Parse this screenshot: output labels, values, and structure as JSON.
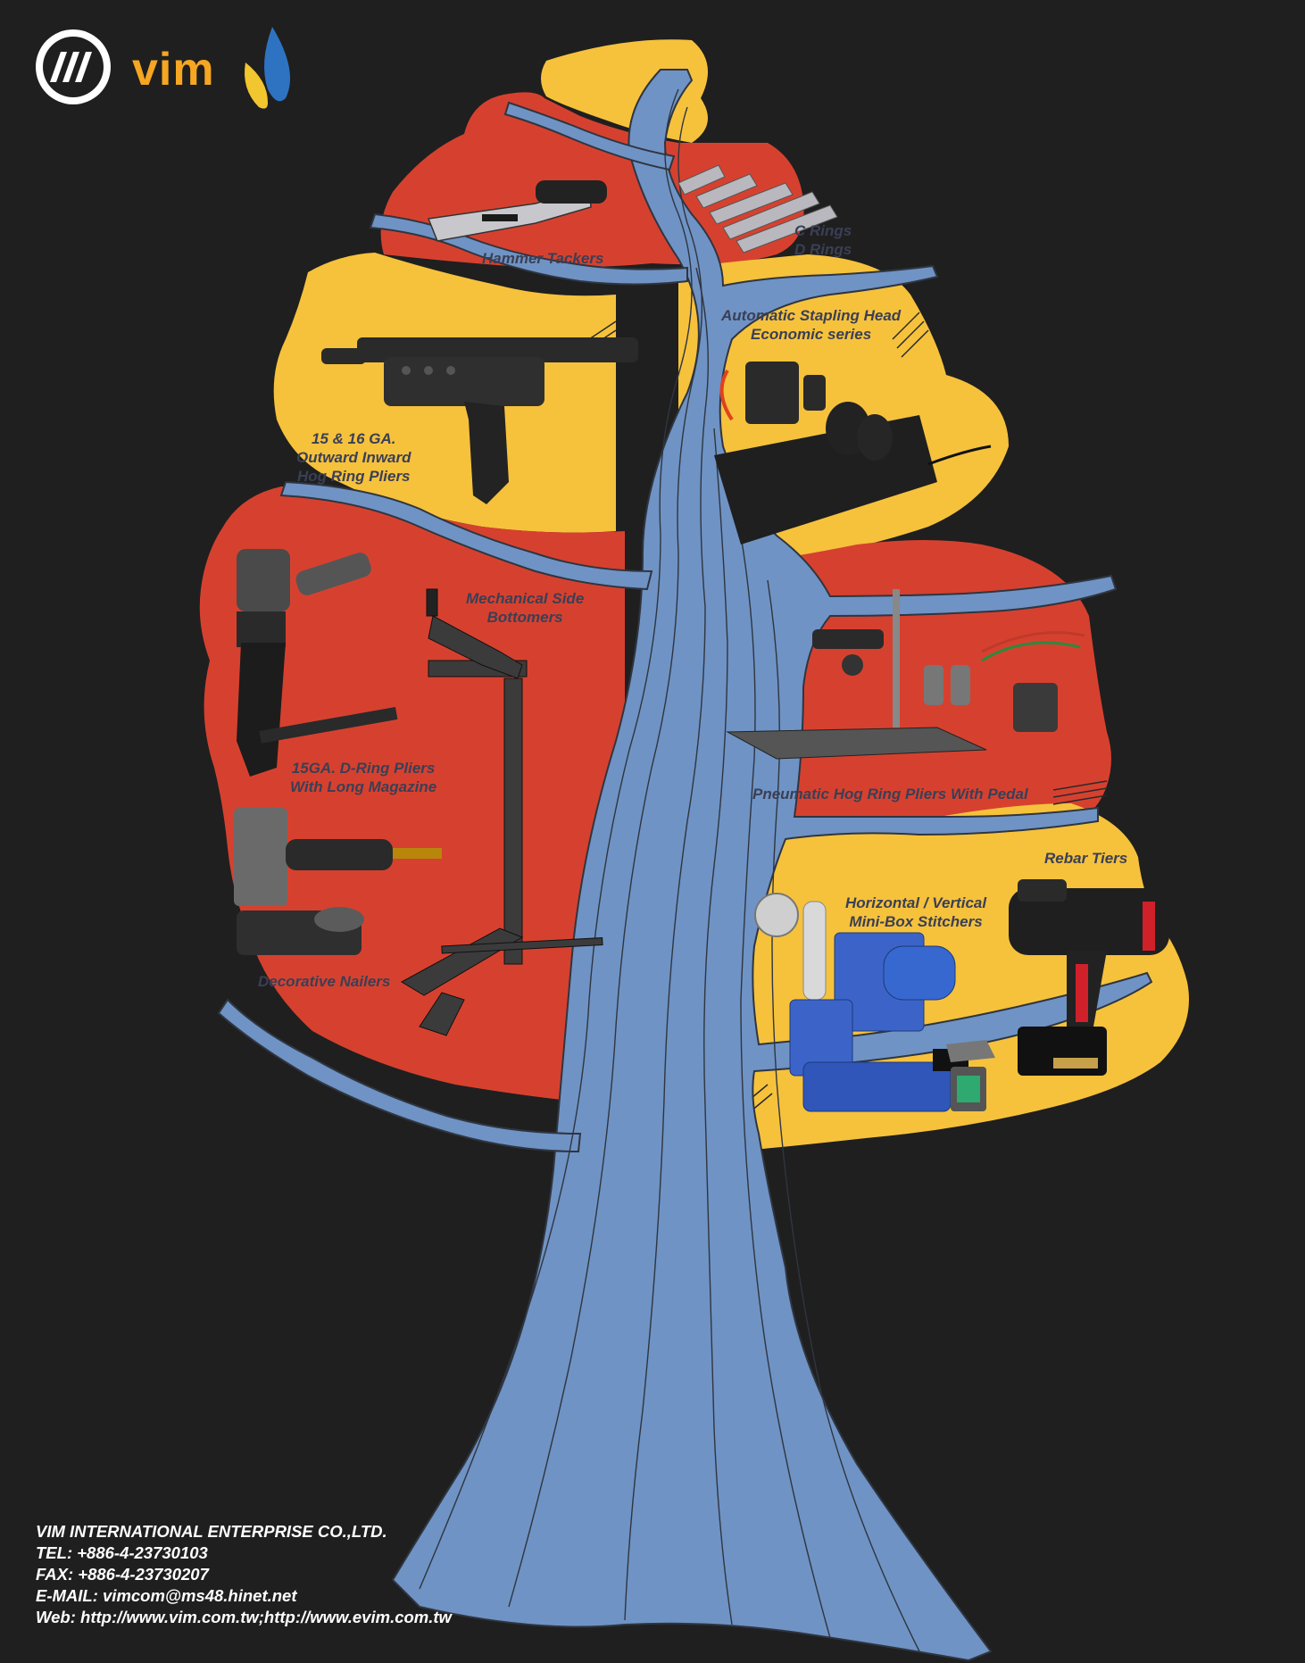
{
  "brand": {
    "name": "vim",
    "colors": {
      "accent": "#f5a623",
      "leaf_blue": "#2e73c2",
      "leaf_yellow": "#f2c62e"
    }
  },
  "colors": {
    "background": "#1f1f1f",
    "red_leaf": "#d6412f",
    "yellow_leaf": "#f6c23c",
    "trunk": "#6f93c4",
    "label_text": "#3a3f55"
  },
  "products": {
    "hammer_tackers": {
      "lines": [
        "Hammer Tackers"
      ],
      "icon": "hammer-tacker"
    },
    "c_d_rings": {
      "lines": [
        "C Rings",
        "D Rings"
      ],
      "icon": "staple-strips"
    },
    "auto_stapling": {
      "lines": [
        "Automatic Stapling Head",
        "Economic series"
      ],
      "icon": "stapling-head-machine"
    },
    "hog_ring_pliers": {
      "lines": [
        "15 & 16 GA.",
        "Outward  Inward",
        "Hog Ring Pliers"
      ],
      "icon": "pneumatic-hog-ring-plier"
    },
    "side_bottomers": {
      "lines": [
        "Mechanical Side",
        "Bottomers"
      ],
      "icon": "side-bottomer-stand"
    },
    "d_ring_pliers": {
      "lines": [
        "15GA. D-Ring Pliers",
        "With Long Magazine"
      ],
      "icon": "d-ring-plier"
    },
    "pedal_pliers": {
      "lines": [
        "Pneumatic Hog Ring Pliers With Pedal"
      ],
      "icon": "pedal-plier-station"
    },
    "decorative_nailers": {
      "lines": [
        "Decorative Nailers"
      ],
      "icon": "decorative-nailer"
    },
    "rebar_tiers": {
      "lines": [
        "Rebar Tiers"
      ],
      "icon": "rebar-tier"
    },
    "mini_box_stitchers": {
      "lines": [
        "Horizontal / Vertical",
        "Mini-Box Stitchers"
      ],
      "icon": "mini-box-stitcher"
    }
  },
  "contact": {
    "company": "VIM INTERNATIONAL ENTERPRISE CO.,LTD.",
    "tel": "TEL: +886-4-23730103",
    "fax": "FAX: +886-4-23730207",
    "email": "E-MAIL: vimcom@ms48.hinet.net",
    "web": "Web: http://www.vim.com.tw;http://www.evim.com.tw"
  }
}
